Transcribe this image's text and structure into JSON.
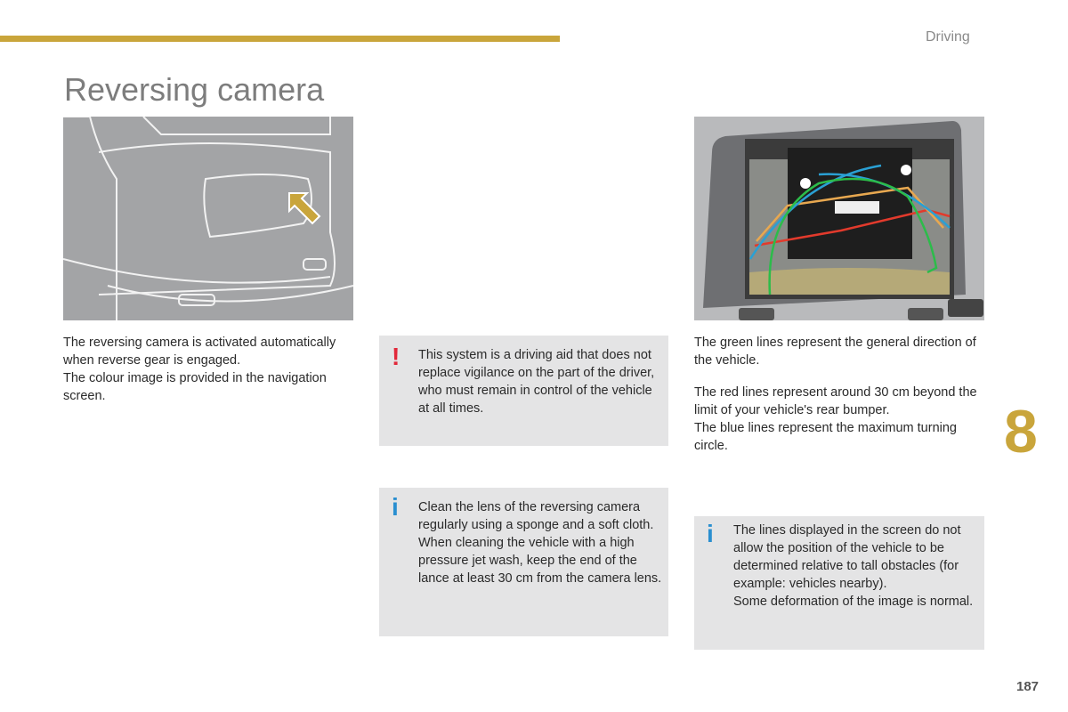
{
  "header": {
    "section": "Driving",
    "accent_color": "#c9a53b"
  },
  "title": "Reversing camera",
  "left_text": [
    "The reversing camera is activated automatically when reverse gear is engaged.",
    "The colour image is provided in the navigation screen."
  ],
  "warning_box": {
    "icon": "exclamation-icon",
    "color": "#e2283a",
    "text": "This system is a driving aid that does not replace vigilance on the part of the driver, who must remain in control of the vehicle at all times."
  },
  "info_box_cleaning": {
    "icon": "info-icon",
    "color": "#2a8fd0",
    "paragraphs": [
      "Clean the lens of the reversing camera regularly using a sponge and a soft cloth.",
      "When cleaning the vehicle with a high pressure jet wash, keep the end of the lance at least 30 cm from the camera lens."
    ]
  },
  "right_text": [
    "The green lines represent the general direction of the vehicle.",
    "The red lines represent around 30 cm beyond the limit of your vehicle's rear bumper.",
    "The blue lines represent the maximum turning circle."
  ],
  "info_box_lines": {
    "icon": "info-icon",
    "paragraphs": [
      "The lines displayed in the screen do not allow the position of the vehicle to be determined relative to tall obstacles (for example: vehicles nearby).",
      "Some deformation of the image is normal."
    ]
  },
  "chapter_number": "8",
  "page_number": "187"
}
